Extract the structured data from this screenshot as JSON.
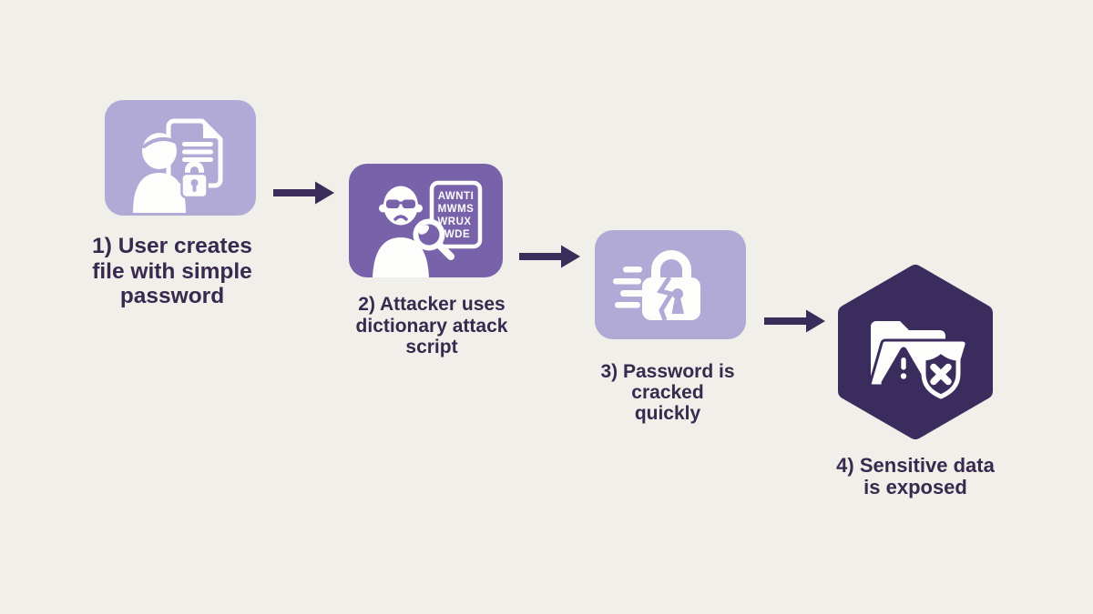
{
  "colors": {
    "background": "#f0efe9",
    "box_light": "#b2aad6",
    "box_medium": "#7863aa",
    "dark_purple": "#3b2c5e",
    "text": "#38294f",
    "arrow": "#3a2d5a",
    "icon_white": "#fdfdfc"
  },
  "steps": [
    {
      "id": 1,
      "label_lines": [
        "1) User creates",
        "file with simple",
        "password"
      ],
      "icon": "user-file-lock"
    },
    {
      "id": 2,
      "label_lines": [
        "2) Attacker uses",
        "dictionary attack",
        "script"
      ],
      "icon": "attacker-dictionary",
      "document_words": [
        "AWNTI",
        "MWMS",
        "WRUX",
        "WDE"
      ]
    },
    {
      "id": 3,
      "label_lines": [
        "3) Password is",
        "cracked",
        "quickly"
      ],
      "icon": "cracked-lock-speed"
    },
    {
      "id": 4,
      "label_lines": [
        "4) Sensitive data",
        "is exposed"
      ],
      "icon": "exposed-folder-shield"
    }
  ]
}
